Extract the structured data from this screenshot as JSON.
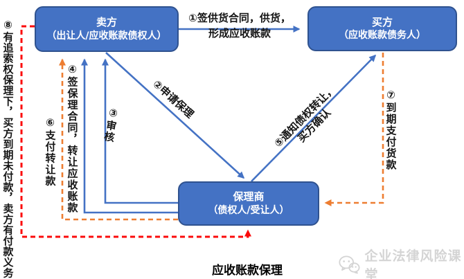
{
  "title": "应收账款保理",
  "watermark": {
    "icon": "wechat-icon",
    "text": "企业法律风险课堂"
  },
  "colors": {
    "node_fill": "#4472C4",
    "node_border": "#2F528F",
    "arrow_blue": "#4472C4",
    "arrow_orange": "#ED7D31",
    "arrow_red": "#FB0B0B",
    "watermark_gray": "#D4D4D4"
  },
  "nodes": {
    "seller": {
      "title": "卖方",
      "subtitle": "（出让人/应收账款债权人）"
    },
    "buyer": {
      "title": "买方",
      "subtitle": "（应收账款债务人）"
    },
    "factor": {
      "title": "保理商",
      "subtitle": "（债权人/受让人）"
    }
  },
  "edges": {
    "e1": {
      "label": "①签供货合同，供货，形成应收账款",
      "line1": "①签供货合同，供货，",
      "line2": "形成应收账款",
      "from": "卖方",
      "to": "买方",
      "style": "solid",
      "color": "blue"
    },
    "e2": {
      "label": "②申请保理",
      "from": "卖方",
      "to": "保理商",
      "style": "solid",
      "color": "blue"
    },
    "e3": {
      "label": "③审核",
      "from": "保理商",
      "to": "卖方",
      "style": "solid",
      "color": "blue"
    },
    "e4": {
      "label": "④签保理合同，转让应收账款",
      "from": "保理商",
      "to": "卖方",
      "style": "solid",
      "color": "blue"
    },
    "e5": {
      "label": "⑤通知债权转让，买方确认",
      "line1": "⑤通知债权转让，",
      "line2": "买方确认",
      "from": "保理商",
      "to": "买方",
      "style": "solid",
      "color": "blue"
    },
    "e6": {
      "label": "⑥支付转让款",
      "from": "保理商",
      "to": "卖方",
      "style": "dashed",
      "color": "orange"
    },
    "e7": {
      "label": "⑦到期支付货款",
      "from": "买方",
      "to": "保理商",
      "style": "dashed",
      "color": "orange"
    },
    "e8": {
      "label": "⑧有追索权保理下，买方到期未付款，卖方有付款义务",
      "from": "卖方",
      "to": "保理商",
      "style": "dashed",
      "color": "red"
    }
  }
}
